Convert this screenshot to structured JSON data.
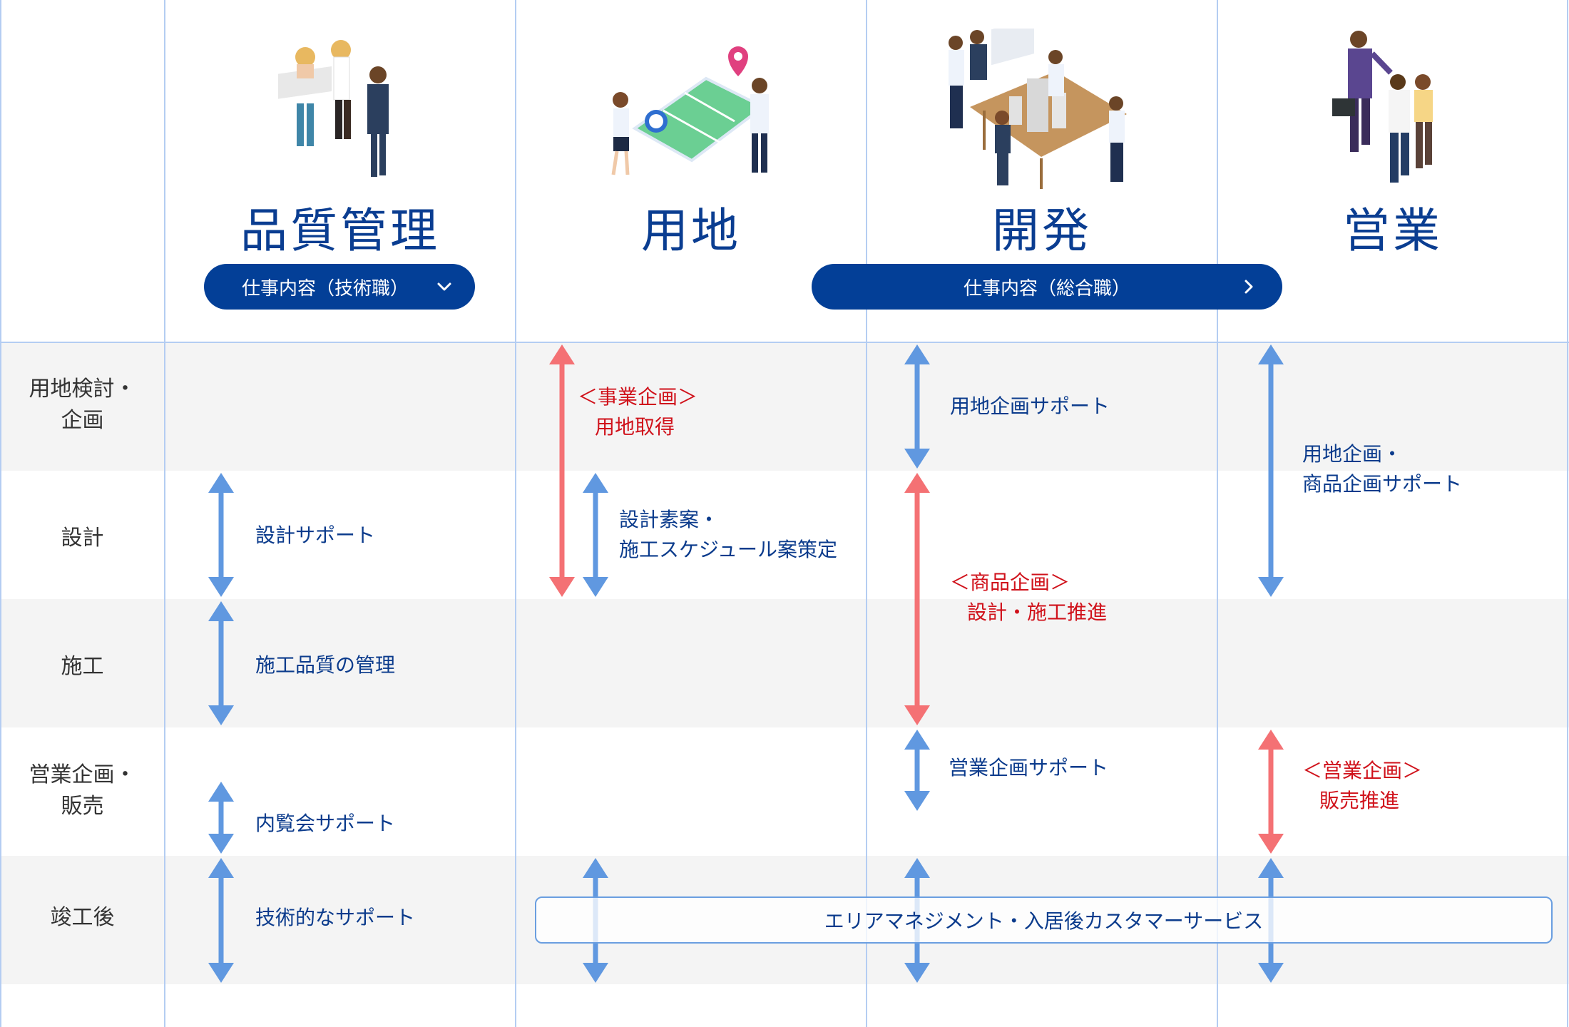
{
  "colors": {
    "brand_navy": "#033f97",
    "title_blue": "#0a3d91",
    "text_blue": "#0b3b8c",
    "text_red": "#d0121b",
    "arrow_blue": "#6098e0",
    "arrow_red": "#f47174",
    "grid_line": "#b4cdf2",
    "band_gray": "#f4f4f4"
  },
  "columns": [
    {
      "title": "品質管理",
      "illustration": "construction-workers-illustration"
    },
    {
      "title": "用地",
      "illustration": "map-survey-illustration"
    },
    {
      "title": "開発",
      "illustration": "development-meeting-illustration"
    },
    {
      "title": "営業",
      "illustration": "sales-meeting-illustration"
    }
  ],
  "buttons": {
    "technical": {
      "label": "仕事内容（技術職）",
      "icon": "chevron-down-icon"
    },
    "general": {
      "label": "仕事内容（総合職）",
      "icon": "chevron-right-icon"
    }
  },
  "rows": [
    {
      "label_line1": "用地検討・",
      "label_line2": "企画"
    },
    {
      "label_line1": "設計",
      "label_line2": ""
    },
    {
      "label_line1": "施工",
      "label_line2": ""
    },
    {
      "label_line1": "営業企画・",
      "label_line2": "販売"
    },
    {
      "label_line1": "竣工後",
      "label_line2": ""
    }
  ],
  "cells": {
    "quality_design": "設計サポート",
    "quality_construction": "施工品質の管理",
    "quality_sales": "内覧会サポート",
    "quality_after": "技術的なサポート",
    "land_plan_line1": "＜事業企画＞",
    "land_plan_line2": "用地取得",
    "land_design_line1": "設計素案・",
    "land_design_line2": "施工スケジュール案策定",
    "dev_land": "用地企画サポート",
    "dev_product_line1": "＜商品企画＞",
    "dev_product_line2": "設計・施工推進",
    "dev_sales": "営業企画サポート",
    "sales_plan_line1": "用地企画・",
    "sales_plan_line2": "商品企画サポート",
    "sales_promo_line1": "＜営業企画＞",
    "sales_promo_line2": "販売推進"
  },
  "after_service": "エリアマネジメント・入居後カスタマーサービス"
}
